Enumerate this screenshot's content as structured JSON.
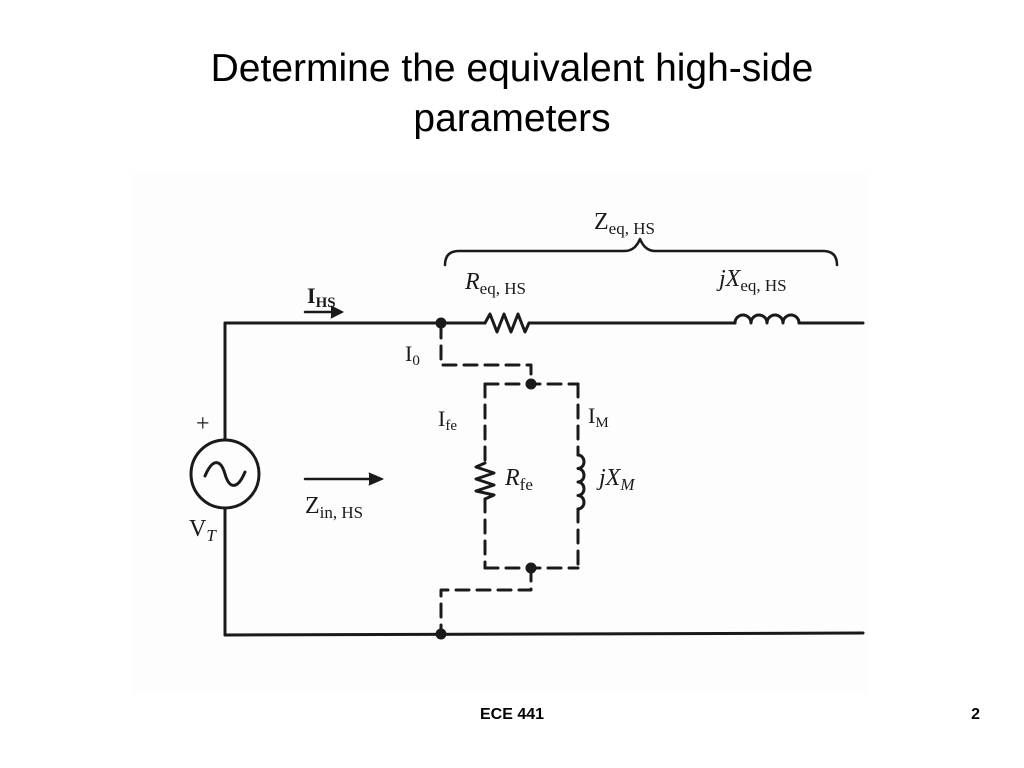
{
  "slide": {
    "title_line1": "Determine the equivalent high-side",
    "title_line2": "parameters"
  },
  "diagram": {
    "z_eq": {
      "main": "Z",
      "sub": "eq, HS"
    },
    "r_eq": {
      "main": "R",
      "sub": "eq, HS"
    },
    "x_eq": {
      "prefix": "j",
      "main": "X",
      "sub": "eq, HS"
    },
    "i_hs": {
      "main": "I",
      "sub": "HS"
    },
    "i_0": {
      "main": "I",
      "sub": "0"
    },
    "i_fe": {
      "main": "I",
      "sub": "fe"
    },
    "i_m": {
      "main": "I",
      "sub": "M"
    },
    "r_fe": {
      "main": "R",
      "sub": "fe"
    },
    "x_m": {
      "prefix": "j",
      "main": "X",
      "sub": "M"
    },
    "z_in": {
      "main": "Z",
      "sub": "in, HS"
    },
    "v_t": {
      "main": "V",
      "sub": "T"
    },
    "plus": "+"
  },
  "footer": {
    "course": "ECE 441",
    "page": "2"
  }
}
